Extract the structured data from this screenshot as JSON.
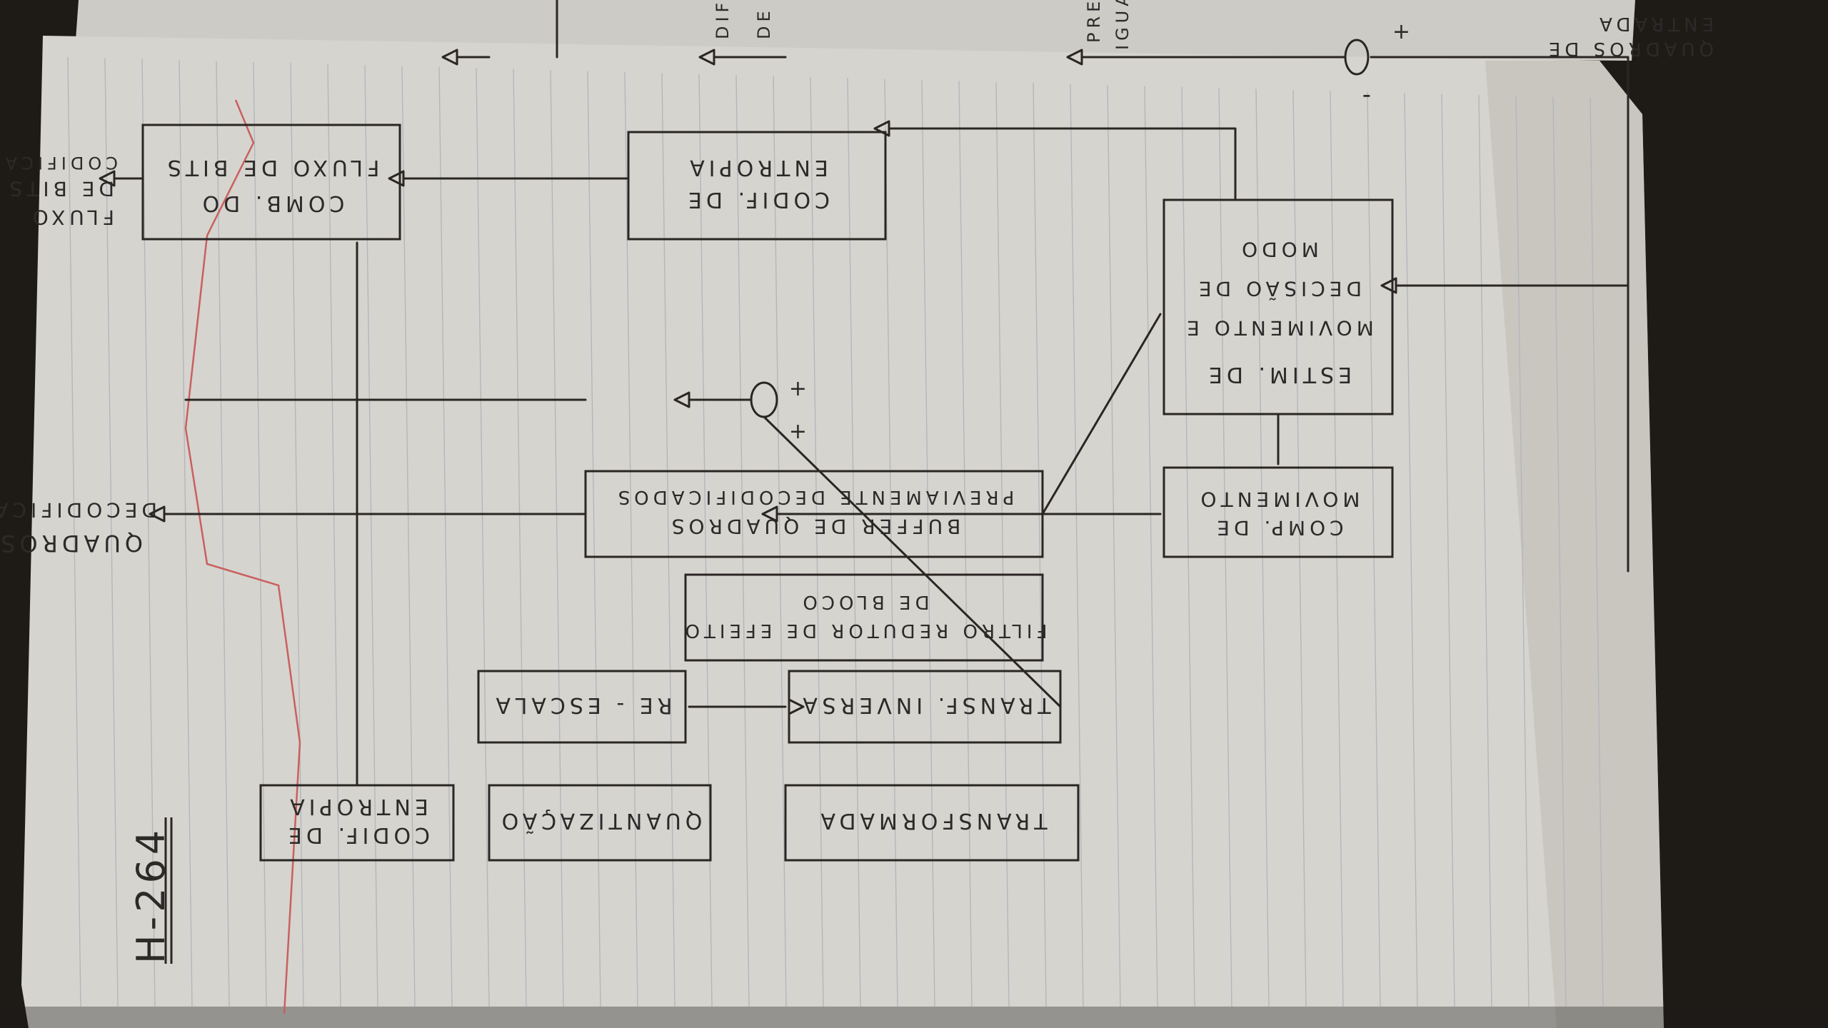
{
  "title": "H-264",
  "notebook": {
    "colors": {
      "background": "#1e1b17",
      "page": "#d6d4cf",
      "page_shadow": "#a8a49d",
      "rule_line": "#b3b6bd",
      "red_margin": "#c9605f",
      "ink": "#2a2624"
    }
  },
  "blocks": {
    "codif_entropia_bottom": {
      "line1": "CODIF. DE",
      "line2": "ENTROPIA"
    },
    "quantizacao": {
      "line1": "QUANTIZAÇÃO"
    },
    "transformada": {
      "line1": "TRANSFORMADA"
    },
    "re_escala": {
      "line1": "RE - ESCALA"
    },
    "transf_inversa": {
      "line1": "TRANSF. INVERSA"
    },
    "filtro": {
      "line1": "FILTRO REDUTOR DE EFEITO",
      "line2": "DE BLOCO"
    },
    "buffer": {
      "line1": "BUFFER DE QUADROS",
      "line2": "PREVIAMENTE DECODIFICADOS"
    },
    "comp_movimento": {
      "line1": "COMP. DE",
      "line2": "MOVIMENTO"
    },
    "estim_movimento": {
      "line1": "ESTIM. DE",
      "line2": "MOVIMENTO E",
      "line3": "DECISÃO DE",
      "line4": "MODO"
    },
    "codif_entropia_top": {
      "line1": "CODIF. DE",
      "line2": "ENTROPIA"
    },
    "comb_fluxo": {
      "line1": "COMB. DO",
      "line2": "FLUXO DE BITS"
    }
  },
  "labels": {
    "quadros_decodificados": {
      "line1": "QUADROS",
      "line2": "DECODIFICADOS"
    },
    "fluxo_bits": {
      "line1": "FLUXO",
      "line2": "DE BITS",
      "line3": "CODIFICADO"
    },
    "quadros_entrada": {
      "line1": "QUADROS DE",
      "line2": "ENTRADA"
    }
  },
  "summing_junctions": {
    "top": {
      "sign_a": "+",
      "sign_b": "+"
    },
    "bottom": {
      "sign_a": "+",
      "sign_b": "-"
    }
  },
  "page_edge_fragments": {
    "a": "DIF",
    "b": "DE",
    "c": "PRE",
    "d": "IGUA"
  }
}
